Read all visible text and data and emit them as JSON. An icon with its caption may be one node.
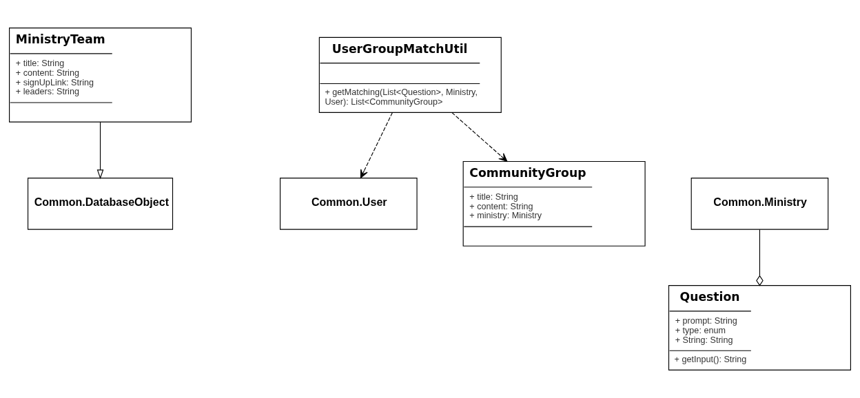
{
  "diagram": {
    "nodes": [
      {
        "text": [
          "Common.DatabaseObject"
        ]
      },
      {
        "text": [
          "Common.User"
        ]
      },
      {
        "text": [
          "Common.Ministry"
        ]
      },
      {
        "text": [
          "MinistryTeam",
          "+ title: String",
          "+ content: String",
          "+ signUpLink: String",
          "+ leaders: String"
        ]
      },
      {
        "text": [
          "UserGroupMatchUtil",
          "+ getMatching(List<Question>, Ministry, User): List<CommunityGroup>"
        ]
      },
      {
        "text": [
          "CommunityGroup",
          "+ title: String",
          "+ content: String",
          "+ ministry: Ministry"
        ]
      },
      {
        "text": [
          "Question",
          "+ prompt: String",
          "+ type: enum",
          "+ String: String",
          "+ getInput(): String"
        ]
      }
    ],
    "edges": [
      {
        "from": 3,
        "to": 0,
        "arrow": "to"
      },
      {
        "from": 4,
        "to": 1,
        "arrow": "to",
        "style": "dashed"
      },
      {
        "from": 4,
        "to": 5,
        "arrow": "to",
        "style": "dashed"
      },
      {
        "from": 2,
        "to": 6,
        "arrow": "other"
      }
    ]
  }
}
